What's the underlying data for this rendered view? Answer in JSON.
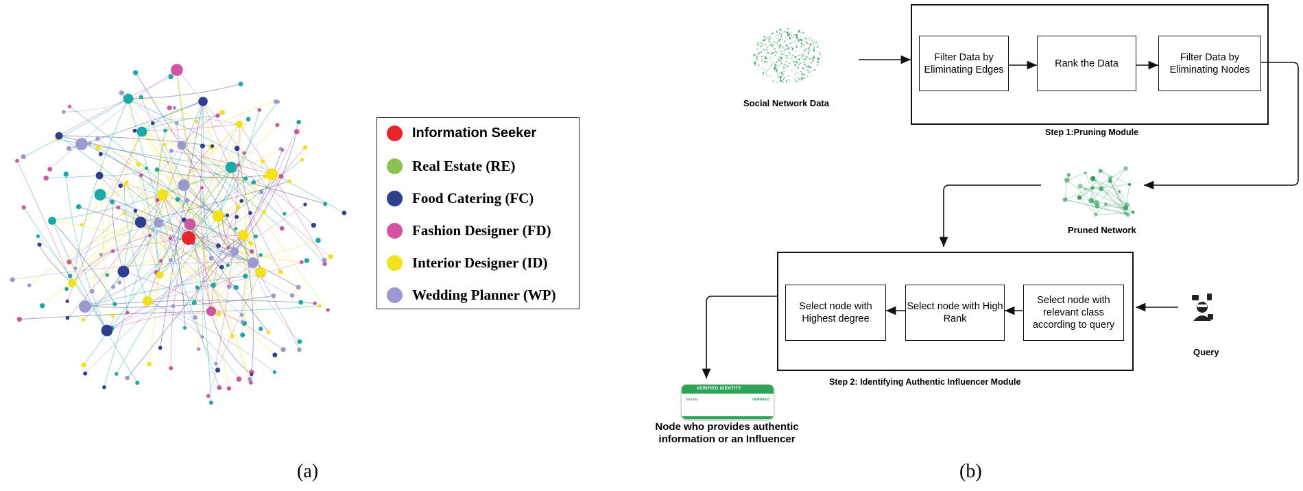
{
  "legend": {
    "items": [
      {
        "label": "Information Seeker",
        "color": "#e8252a"
      },
      {
        "label": "Real Estate (RE)",
        "color": "#8cc152"
      },
      {
        "label": "Food Catering (FC)",
        "color": "#2e3f8f"
      },
      {
        "label": "Fashion Designer (FD)",
        "color": "#d0559e"
      },
      {
        "label": "Interior Designer (ID)",
        "color": "#f2e21a"
      },
      {
        "label": "Wedding Planner (WP)",
        "color": "#9a9ad0"
      }
    ]
  },
  "colors": {
    "teal": "#1aa9a9",
    "flow_green": "#2e9d5a"
  },
  "captions": {
    "a": "(a)",
    "b": "(b)"
  },
  "flow": {
    "social_network_data": "Social Network Data",
    "step1": {
      "label": "Step 1:Pruning Module",
      "box1": "Filter Data by Eliminating Edges",
      "box2": "Rank the Data",
      "box3": "Filter Data by Eliminating Nodes"
    },
    "pruned_network": "Pruned Network",
    "step2": {
      "label": "Step 2: Identifying  Authentic Influencer Module",
      "box1": "Select node with Highest degree",
      "box2": "Select node with High Rank",
      "box3": "Select node with relevant class according to query"
    },
    "query": "Query",
    "card": {
      "header": "VERIFIED IDENTITY",
      "row_label": "Identity",
      "row_value": "VERIFIED"
    },
    "node_info": "Node who provides authentic information or an Influencer"
  }
}
